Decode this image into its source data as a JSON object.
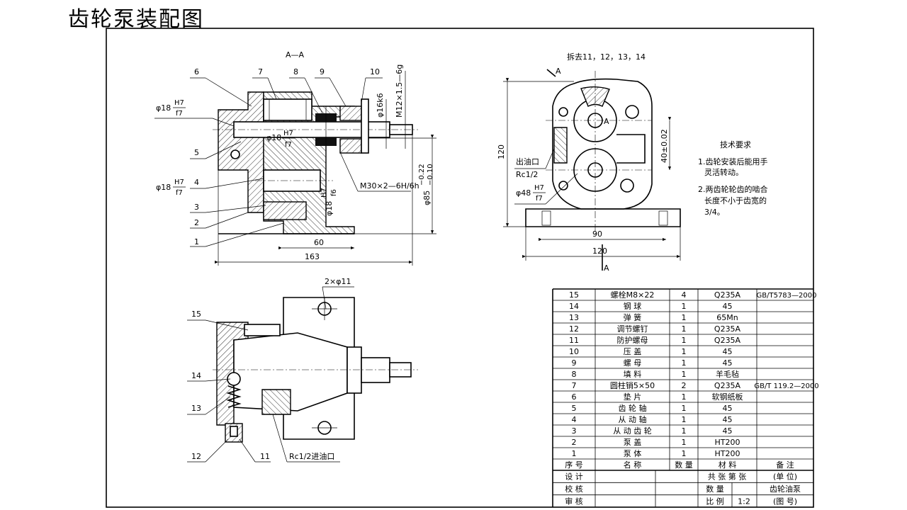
{
  "title": "齿轮泵装配图",
  "views": {
    "section_label": "A—A",
    "removed_note": "拆去11，12，13，14",
    "section_mark": "A",
    "section_mark_bottom": "A"
  },
  "part_callouts": [
    "1",
    "2",
    "3",
    "4",
    "5",
    "6",
    "7",
    "8",
    "9",
    "10",
    "11",
    "12",
    "13",
    "14",
    "15"
  ],
  "dimensions": {
    "fit_18_h7f7": "φ18",
    "fit_num": "H7",
    "fit_den": "f7",
    "fit_den_f6": "f6",
    "d16k6": "φ16k6",
    "m12": "M12×1.5—6g",
    "m30": "M30×2—6H/6h",
    "d85": "φ85",
    "d85_up": "−0.22",
    "d85_lo": "−0.10",
    "d60": "60",
    "d163": "163",
    "d120_v": "120",
    "d40": "40±0.02",
    "d90": "90",
    "d120_h": "120",
    "d48": "φ48",
    "holes": "2×φ11",
    "outlet": "出油口",
    "outlet_thread": "Rc1/2",
    "inlet": "Rc1/2进油口"
  },
  "tech_requirements": {
    "heading": "技术要求",
    "lines": [
      "1.齿轮安装后能用手",
      "灵活转动。",
      "2.两齿轮轮齿的啮合",
      "长度不小于齿宽的",
      "3/4。"
    ]
  },
  "bom": {
    "rows": [
      {
        "no": "15",
        "name": "螺栓M8×22",
        "qty": "4",
        "material": "Q235A",
        "note": "GB/T5783—2000"
      },
      {
        "no": "14",
        "name": "钢  球",
        "qty": "1",
        "material": "45",
        "note": ""
      },
      {
        "no": "13",
        "name": "弹  簧",
        "qty": "1",
        "material": "65Mn",
        "note": ""
      },
      {
        "no": "12",
        "name": "调节螺钉",
        "qty": "1",
        "material": "Q235A",
        "note": ""
      },
      {
        "no": "11",
        "name": "防护螺母",
        "qty": "1",
        "material": "Q235A",
        "note": ""
      },
      {
        "no": "10",
        "name": "压  盖",
        "qty": "1",
        "material": "45",
        "note": ""
      },
      {
        "no": "9",
        "name": "螺  母",
        "qty": "1",
        "material": "45",
        "note": ""
      },
      {
        "no": "8",
        "name": "填  料",
        "qty": "1",
        "material": "羊毛毡",
        "note": ""
      },
      {
        "no": "7",
        "name": "圆柱销5×50",
        "qty": "2",
        "material": "Q235A",
        "note": "GB/T 119.2—2000"
      },
      {
        "no": "6",
        "name": "垫  片",
        "qty": "1",
        "material": "软钢纸板",
        "note": ""
      },
      {
        "no": "5",
        "name": "齿 轮 轴",
        "qty": "1",
        "material": "45",
        "note": ""
      },
      {
        "no": "4",
        "name": "从 动 轴",
        "qty": "1",
        "material": "45",
        "note": ""
      },
      {
        "no": "3",
        "name": "从 动 齿 轮",
        "qty": "1",
        "material": "45",
        "note": ""
      },
      {
        "no": "2",
        "name": "泵  盖",
        "qty": "1",
        "material": "HT200",
        "note": ""
      },
      {
        "no": "1",
        "name": "泵  体",
        "qty": "1",
        "material": "HT200",
        "note": ""
      }
    ],
    "header": {
      "no": "序 号",
      "name": "名  称",
      "qty": "数 量",
      "material": "材   料",
      "note": "备  注"
    }
  },
  "title_block": {
    "design": "设  计",
    "check": "校  核",
    "review": "审  核",
    "sheets": "共  张   第  张",
    "unit": "(单  位)",
    "qty": "数  量",
    "product": "齿轮油泵",
    "scale_label": "比  例",
    "scale": "1:2",
    "drawing_no": "(图  号)"
  }
}
